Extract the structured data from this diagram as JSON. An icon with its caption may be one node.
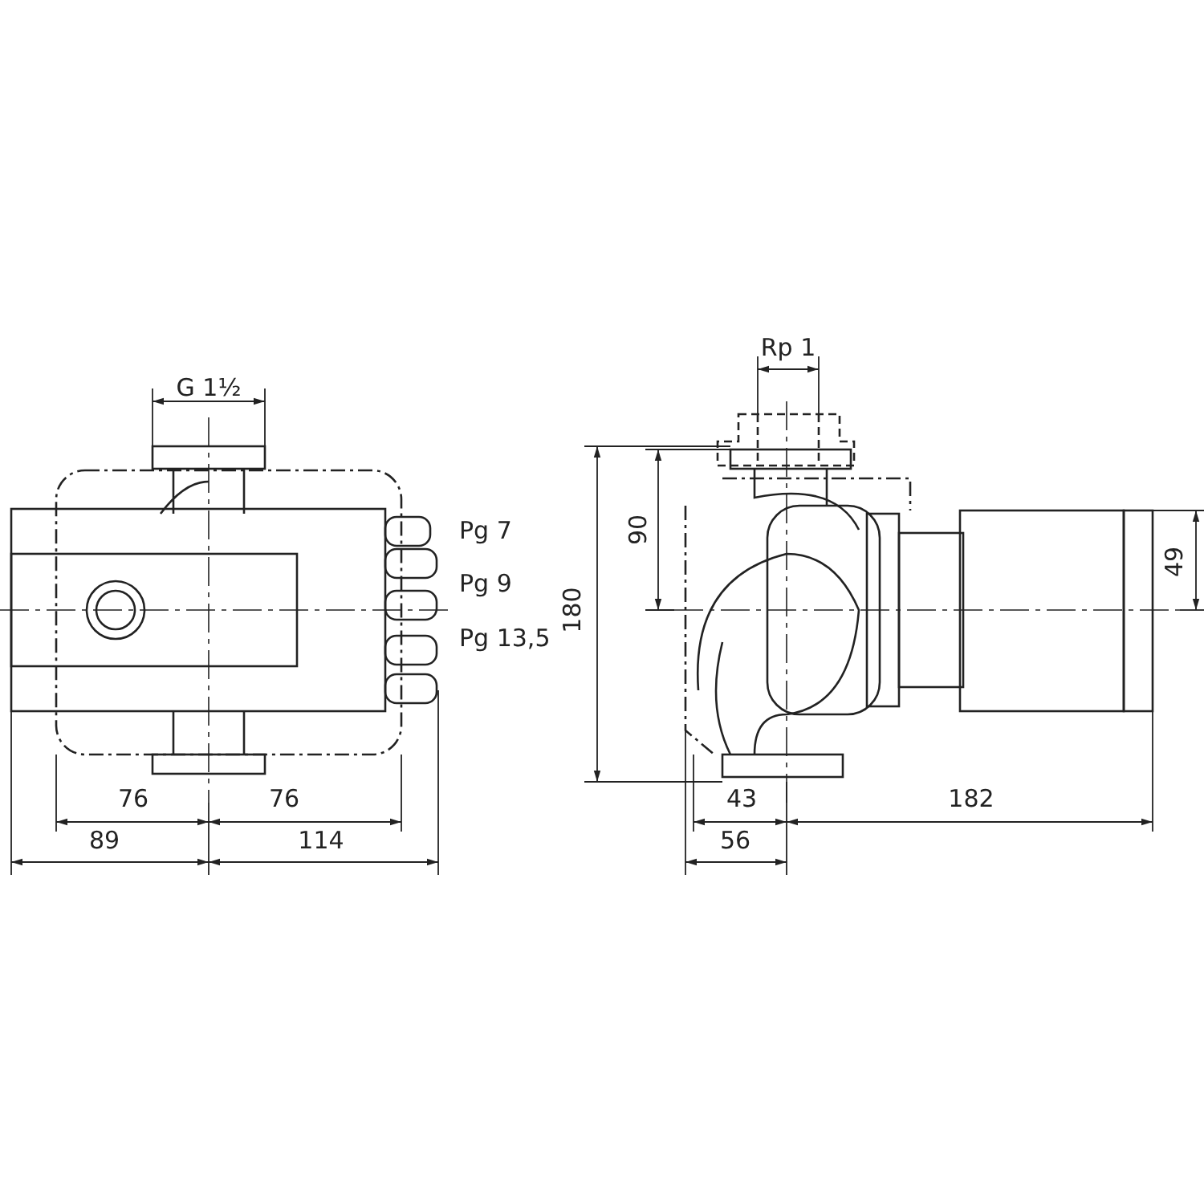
{
  "diagram": {
    "labels": [
      "Rp 1",
      "G 1½",
      "Pg 7",
      "90",
      "180",
      "49",
      "Pg 9",
      "Pg 13,5",
      "76",
      "76",
      "43",
      "182",
      "89",
      "114",
      "56"
    ]
  }
}
